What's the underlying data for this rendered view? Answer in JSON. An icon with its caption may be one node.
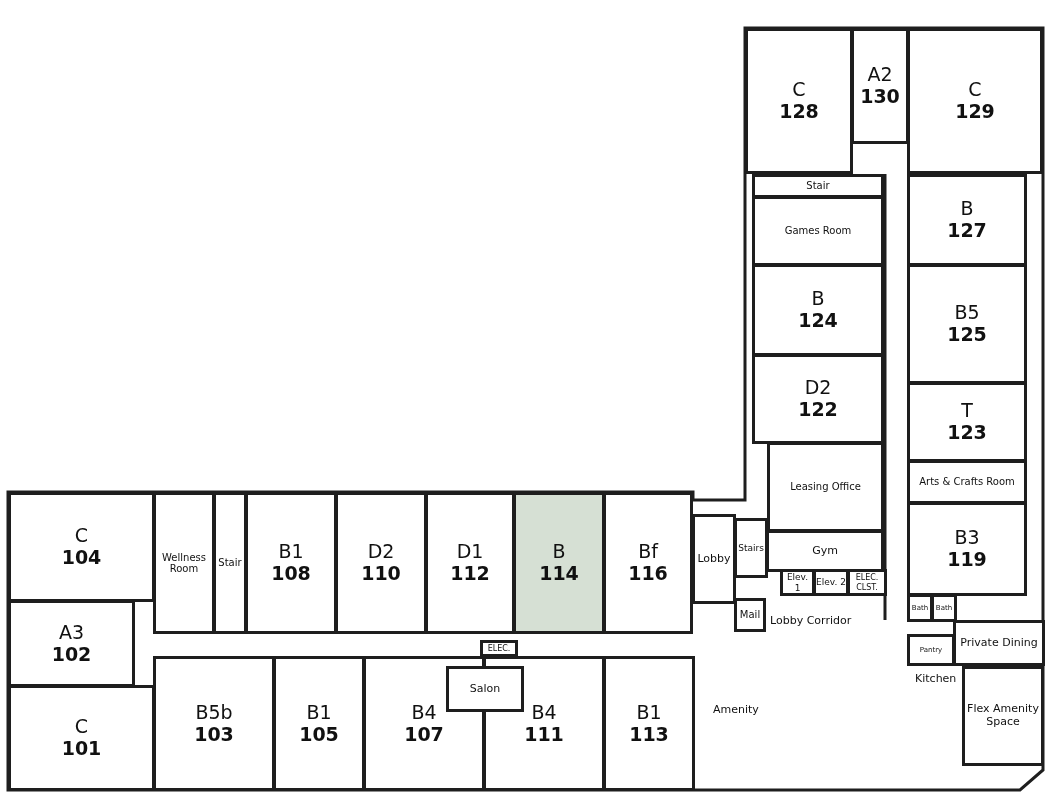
{
  "diagram": {
    "nodes": [
      {
        "text": [
          "C",
          "128"
        ]
      },
      {
        "text": [
          "A2",
          "130"
        ]
      },
      {
        "text": [
          "C",
          "129"
        ]
      },
      {
        "text": [
          "Stair"
        ]
      },
      {
        "text": [
          "Games Room"
        ]
      },
      {
        "text": [
          "B",
          "127"
        ]
      },
      {
        "text": [
          "B",
          "124"
        ]
      },
      {
        "text": [
          "B5",
          "125"
        ]
      },
      {
        "text": [
          "D2",
          "122"
        ]
      },
      {
        "text": [
          "T",
          "123"
        ]
      },
      {
        "text": [
          "Leasing Office"
        ]
      },
      {
        "text": [
          "Arts & Crafts Room"
        ]
      },
      {
        "text": [
          "C",
          "104"
        ]
      },
      {
        "text": [
          "Wellness Room"
        ]
      },
      {
        "text": [
          "Stair"
        ]
      },
      {
        "text": [
          "B1",
          "108"
        ]
      },
      {
        "text": [
          "D2",
          "110"
        ]
      },
      {
        "text": [
          "D1",
          "112"
        ]
      },
      {
        "text": [
          "B",
          "114"
        ]
      },
      {
        "text": [
          "Bf",
          "116"
        ]
      },
      {
        "text": [
          "Lobby"
        ]
      },
      {
        "text": [
          "Stairs"
        ]
      },
      {
        "text": [
          "Gym"
        ]
      },
      {
        "text": [
          "B3",
          "119"
        ]
      },
      {
        "text": [
          "Elev. 1"
        ]
      },
      {
        "text": [
          "Elev. 2"
        ]
      },
      {
        "text": [
          "ELEC. CLST."
        ]
      },
      {
        "text": [
          "Mail"
        ]
      },
      {
        "text": [
          "Bath"
        ]
      },
      {
        "text": [
          "Bath"
        ]
      },
      {
        "text": [
          "A3",
          "102"
        ]
      },
      {
        "text": [
          "Pantry"
        ]
      },
      {
        "text": [
          "Private Dining"
        ]
      },
      {
        "text": [
          "ELEC."
        ]
      },
      {
        "text": [
          "C",
          "101"
        ]
      },
      {
        "text": [
          "B5b",
          "103"
        ]
      },
      {
        "text": [
          "B1",
          "105"
        ]
      },
      {
        "text": [
          "B4",
          "107"
        ]
      },
      {
        "text": [
          "B4",
          "111"
        ]
      },
      {
        "text": [
          "B1",
          "113"
        ]
      },
      {
        "text": [
          "Salon"
        ]
      },
      {
        "text": [
          "Flex Amenity Space"
        ]
      }
    ],
    "labels": [
      "Lobby Corridor",
      "Kitchen",
      "Amenity"
    ]
  }
}
